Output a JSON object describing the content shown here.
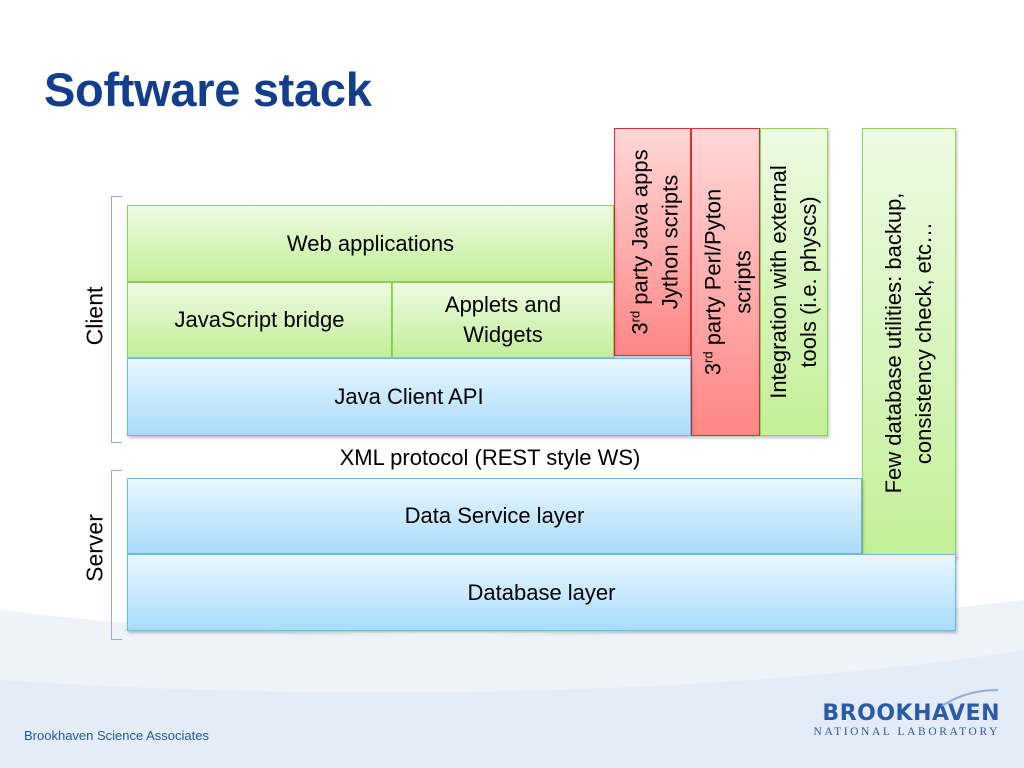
{
  "title": "Software stack",
  "side_labels": {
    "client": "Client",
    "server": "Server"
  },
  "client_boxes": {
    "web_applications": "Web applications",
    "javascript_bridge": "JavaScript bridge",
    "applets_widgets": [
      "Applets and",
      "Widgets"
    ],
    "java_client_api": "Java Client API"
  },
  "vertical_boxes": {
    "third_party_java": {
      "sup": "rd",
      "line1_prefix": "3",
      "line1_rest": " party Java apps",
      "line2": "Jython scripts"
    },
    "third_party_perl": {
      "sup": "rd",
      "line1_prefix": "3",
      "line1_rest": " party Perl/Pyton",
      "line2": "scripts"
    },
    "integration": {
      "line1": "Integration with external",
      "line2": "tools (i.e. physcs)"
    },
    "db_utilities": {
      "line1": "Few database utilities: backup,",
      "line2": "consistency check, etc…"
    }
  },
  "xml_protocol": "XML protocol (REST style WS)",
  "server_boxes": {
    "data_service_layer": "Data Service layer",
    "database_layer": "Database layer"
  },
  "footer": "Brookhaven Science Associates",
  "logo": {
    "main": "BROOKHAVEN",
    "sub": "NATIONAL LABORATORY"
  },
  "colors": {
    "title": "#123e8c",
    "green": "#c4ef98",
    "blue": "#a9dcfb",
    "red": "#ff8686",
    "brand": "#2a5bab"
  }
}
